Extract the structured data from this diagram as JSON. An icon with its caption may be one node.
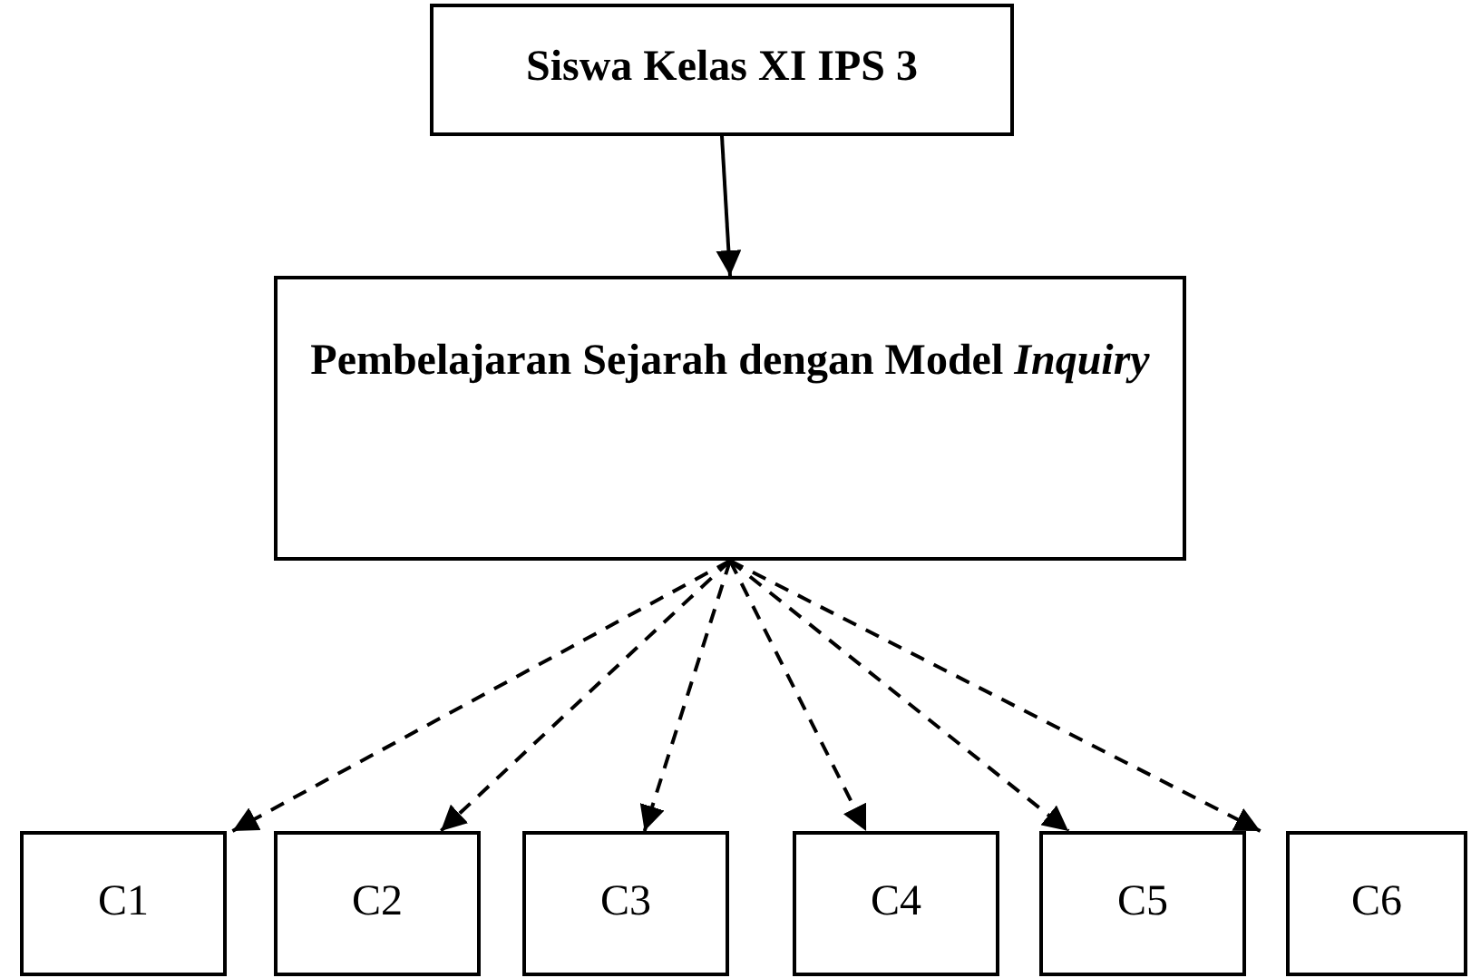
{
  "diagram": {
    "nodes": [
      {
        "text": [
          "Siswa Kelas XI IPS 3"
        ]
      },
      {
        "text": [
          "Pembelajaran Sejarah dengan Model *Inquiry*"
        ]
      },
      {
        "text": [
          "C1"
        ]
      },
      {
        "text": [
          "C2"
        ]
      },
      {
        "text": [
          "C3"
        ]
      },
      {
        "text": [
          "C4"
        ]
      },
      {
        "text": [
          "C5"
        ]
      },
      {
        "text": [
          "C6"
        ]
      }
    ],
    "edges": [
      {
        "from": 0,
        "to": 1,
        "arrow": "to"
      },
      {
        "from": 1,
        "to": 2,
        "arrow": "to",
        "style": "dashed"
      },
      {
        "from": 1,
        "to": 3,
        "arrow": "to",
        "style": "dashed"
      },
      {
        "from": 1,
        "to": 4,
        "arrow": "to",
        "style": "dashed"
      },
      {
        "from": 1,
        "to": 5,
        "arrow": "to",
        "style": "dashed"
      },
      {
        "from": 1,
        "to": 6,
        "arrow": "to",
        "style": "dashed"
      },
      {
        "from": 1,
        "to": 7,
        "arrow": "to",
        "style": "dashed"
      }
    ]
  }
}
